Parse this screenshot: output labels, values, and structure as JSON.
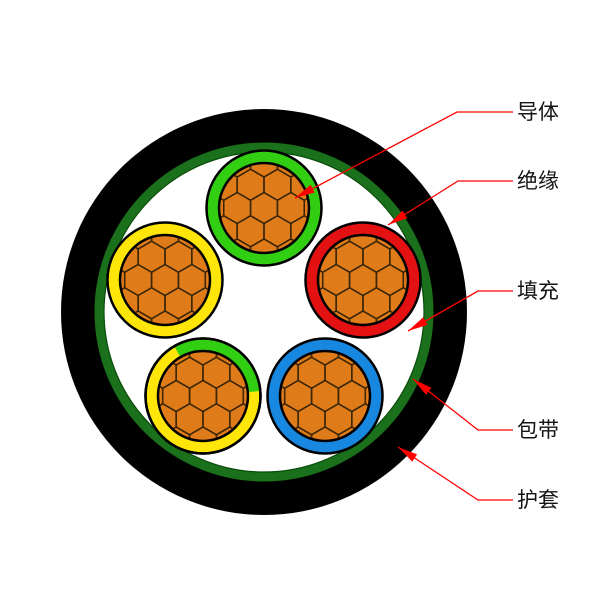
{
  "diagram": {
    "type": "cable-cross-section",
    "legend_labels": [
      {
        "id": "conductor",
        "text": "导体"
      },
      {
        "id": "insulation",
        "text": "绝缘"
      },
      {
        "id": "filling",
        "text": "填充"
      },
      {
        "id": "tape",
        "text": "包带"
      },
      {
        "id": "sheath",
        "text": "护套"
      }
    ],
    "cores": [
      {
        "position": "top",
        "insulation_color": "green"
      },
      {
        "position": "upper-right",
        "insulation_color": "red"
      },
      {
        "position": "lower-right",
        "insulation_color": "blue"
      },
      {
        "position": "lower-left",
        "insulation_color": "yellow-green"
      },
      {
        "position": "upper-left",
        "insulation_color": "yellow"
      }
    ],
    "colors": {
      "sheath_black": "#000000",
      "tape_green": "#1B701B",
      "filling_white": "#FFFFFF",
      "conductor_orange": "#E07B1A",
      "strand_line": "#3A2606",
      "insulation_green": "#31CE11",
      "insulation_red": "#E31111",
      "insulation_blue": "#1787E0",
      "insulation_yellow": "#FFE608",
      "leader_red": "#FF0000",
      "label_text": "#141414"
    }
  }
}
